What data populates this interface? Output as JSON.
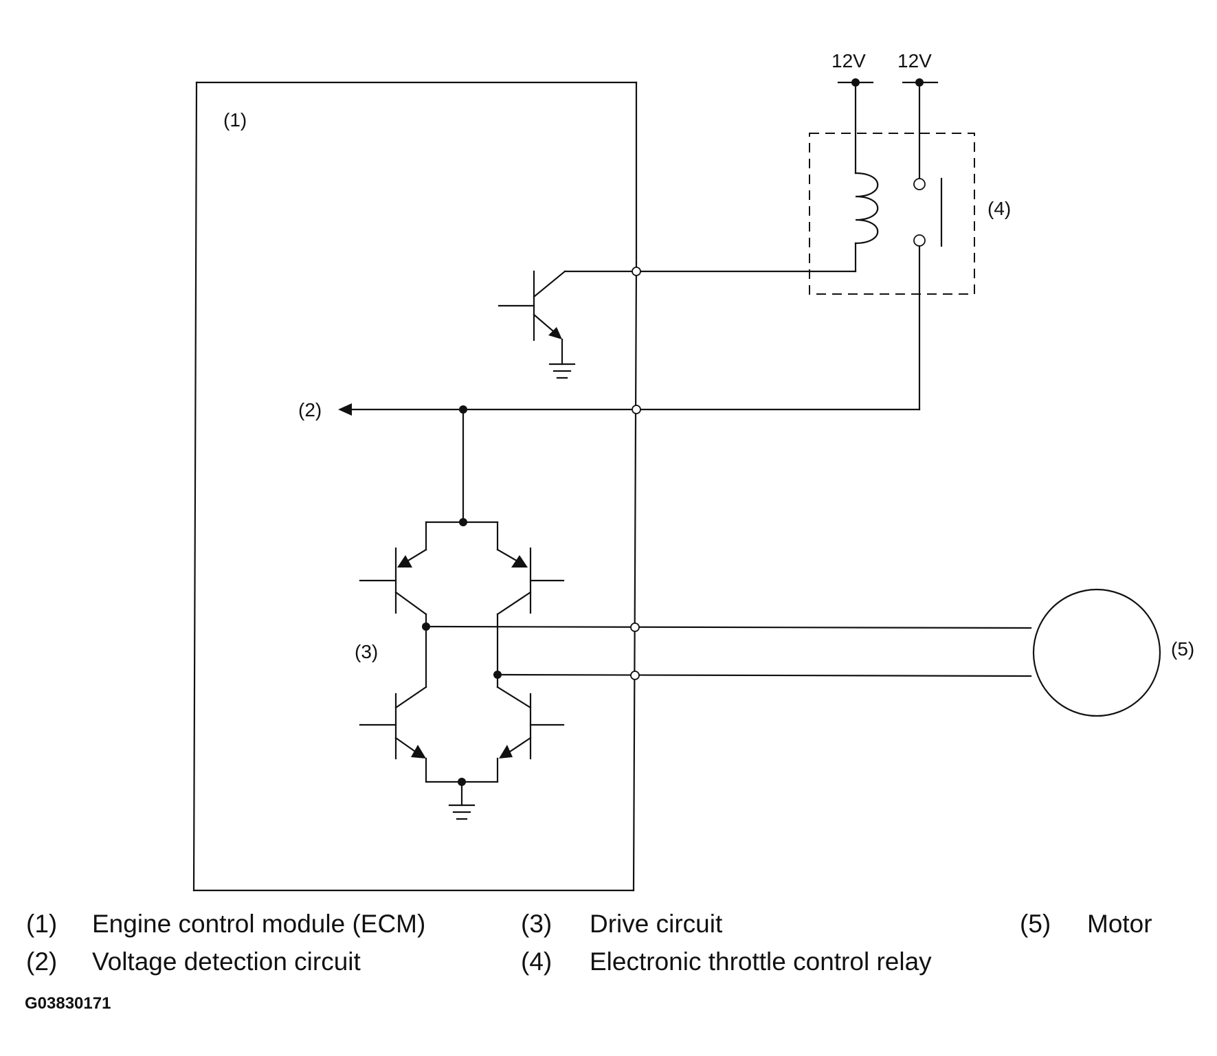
{
  "diagram": {
    "callouts": {
      "ecm": "(1)",
      "voltage_detection": "(2)",
      "drive_circuit": "(3)",
      "relay": "(4)",
      "motor": "(5)"
    },
    "supply_left": "12V",
    "supply_right": "12V"
  },
  "legend": [
    {
      "num": "(1)",
      "text": "Engine control module (ECM)"
    },
    {
      "num": "(2)",
      "text": "Voltage detection circuit"
    },
    {
      "num": "(3)",
      "text": "Drive circuit"
    },
    {
      "num": "(4)",
      "text": "Electronic throttle control relay"
    },
    {
      "num": "(5)",
      "text": "Motor"
    }
  ],
  "figure_code": "G03830171"
}
